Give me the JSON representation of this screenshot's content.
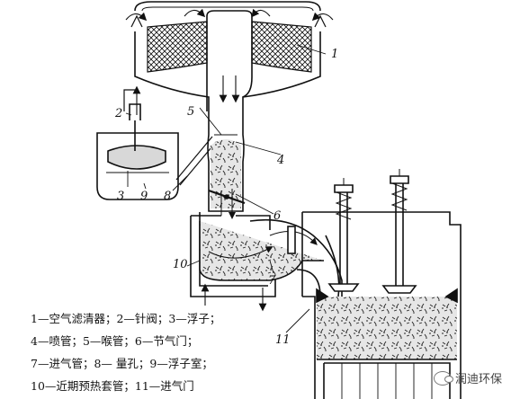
{
  "diagram": {
    "part_numbers": {
      "n1": "1",
      "n2": "2",
      "n3": "3",
      "n4": "4",
      "n5": "5",
      "n6": "6",
      "n7": "7",
      "n8": "8",
      "n9": "9",
      "n10": "10",
      "n11": "11"
    },
    "legend": {
      "line1": "1—空气滤清器；2—针阀；3—浮子；",
      "line2": "4—喷管；5—喉管；6—节气门；",
      "line3": "7—进气管；8— 量孔；9—浮子室；",
      "line4": "10—近期预热套管；11—进气门"
    },
    "watermark": {
      "text": "润迪环保"
    },
    "colors": {
      "line": "#111111",
      "fill_gray": "#d8d8d8",
      "background": "#ffffff"
    }
  }
}
